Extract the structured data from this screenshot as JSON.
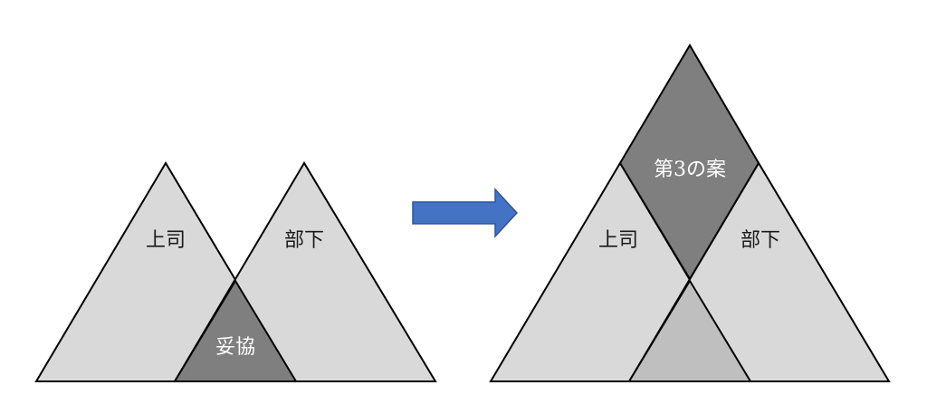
{
  "left_diagram": {
    "boss_label": "上司",
    "subordinate_label": "部下",
    "overlap_label": "妥協"
  },
  "right_diagram": {
    "boss_label": "上司",
    "subordinate_label": "部下",
    "third_option_label": "第3の案"
  },
  "colors": {
    "triangle_fill": "#d9d9d9",
    "overlap_fill": "#7f7f7f",
    "lower_overlap_fill": "#bfbfbf",
    "arrow_fill": "#4472c4",
    "outline": "#000000"
  }
}
